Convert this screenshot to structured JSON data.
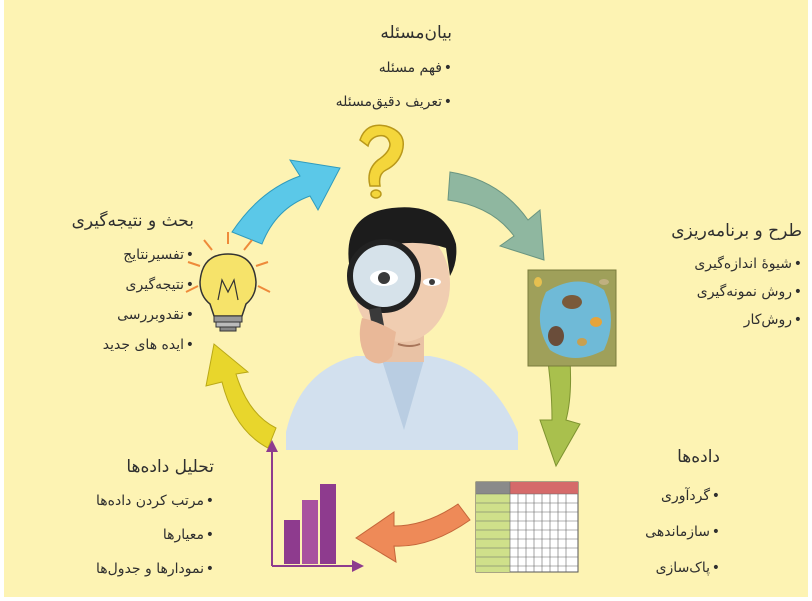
{
  "sections": {
    "problem": {
      "title": "بیان‌مسئله",
      "items": [
        "فهم مسئله",
        "تعریف دقیق‌مسئله"
      ]
    },
    "design": {
      "title": "طرح و برنامه‌ریزی",
      "items": [
        "شیوۀ اندازه‌گیری",
        "روش نمونه‌گیری",
        "روش‌کار"
      ]
    },
    "data": {
      "title": "داده‌ها",
      "items": [
        "گردآوری",
        "سازماندهی",
        "پاک‌سازی"
      ]
    },
    "analysis": {
      "title": "تحلیل داده‌ها",
      "items": [
        "مرتب کردن داده‌ها",
        "معیارها",
        "نمودارها و جدول‌ها"
      ]
    },
    "conclusion": {
      "title": "بحث و نتیجه‌گیری",
      "items": [
        "تفسیرنتایج",
        "نتیجه‌گیری",
        "نقدوبررسی",
        "ایده های جدید"
      ]
    }
  },
  "colors": {
    "background": "#fdf3b3",
    "arrow_blue": "#5bc8e8",
    "arrow_teal": "#8fb7a0",
    "arrow_olive": "#a9c04d",
    "arrow_orange": "#ee8a58",
    "arrow_yellow": "#e8d62c",
    "bar_purple": "#8e3b8e"
  }
}
